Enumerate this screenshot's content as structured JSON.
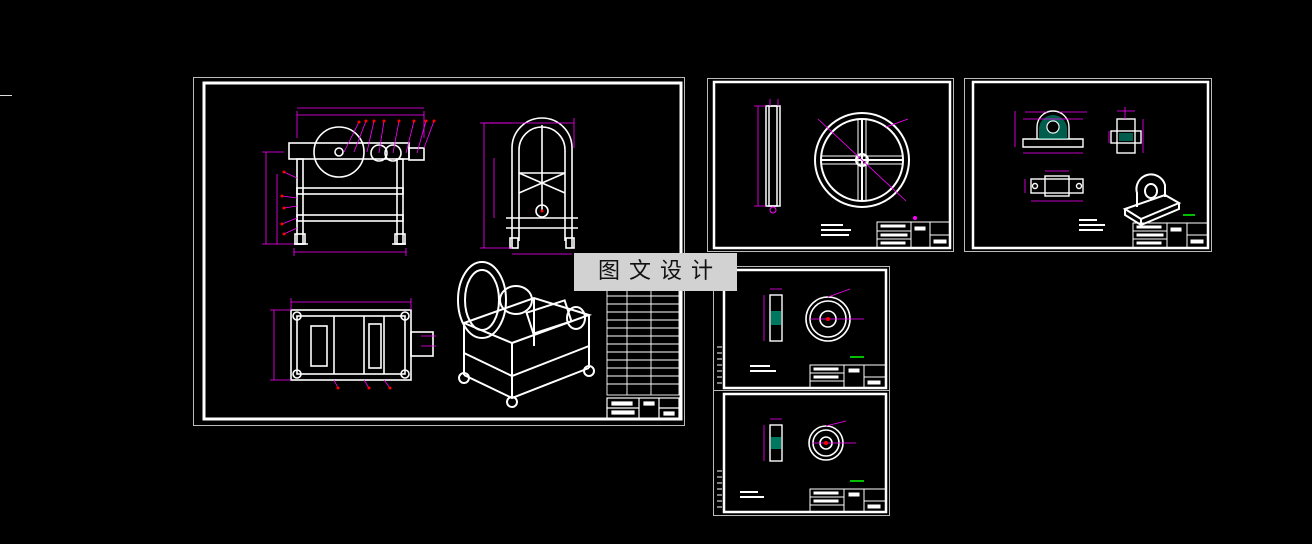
{
  "canvas": {
    "background": "#000000"
  },
  "colors": {
    "line": "#ffffff",
    "dimension": "#ff00ff",
    "accent": "#ff0000",
    "hatch": "#00ccaa",
    "note": "#00ff00"
  },
  "watermark": {
    "text": "图文设计"
  },
  "sheets": [
    {
      "id": "assembly",
      "content": [
        "front-view",
        "side-view",
        "top-view",
        "isometric-view",
        "parts-list",
        "title-block"
      ]
    },
    {
      "id": "wheel",
      "content": [
        "wheel-section",
        "wheel-front",
        "notes",
        "title-block"
      ]
    },
    {
      "id": "bearing-block",
      "content": [
        "bearing-front",
        "bearing-side",
        "bearing-top",
        "bearing-isometric",
        "notes",
        "title-block"
      ]
    },
    {
      "id": "gear-1",
      "content": [
        "gear-section",
        "gear-front",
        "notes",
        "title-block"
      ]
    },
    {
      "id": "gear-2",
      "content": [
        "gear-section",
        "gear-front",
        "notes",
        "title-block"
      ]
    }
  ]
}
